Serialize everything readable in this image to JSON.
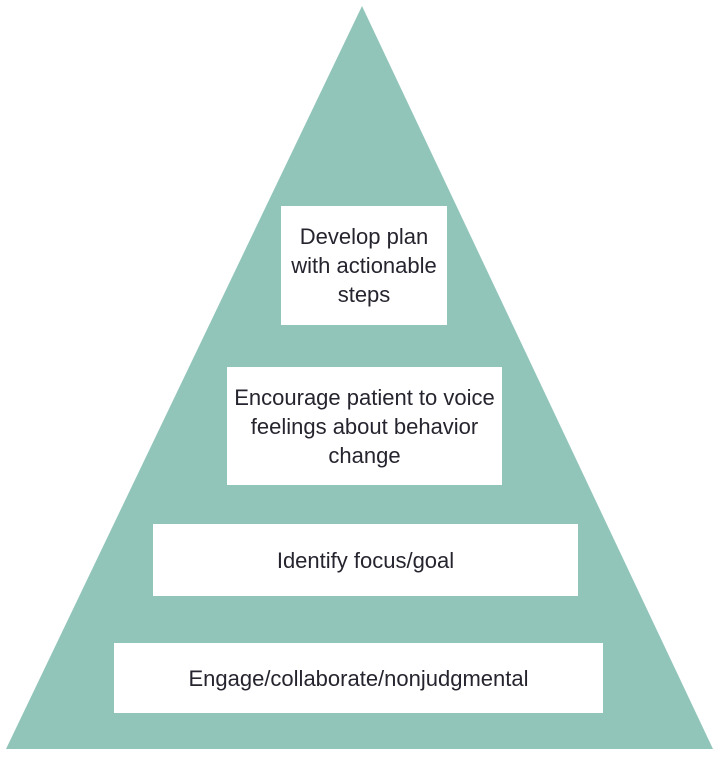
{
  "diagram": {
    "type": "pyramid",
    "description": "Four-level pyramid of behavior-change counseling steps, foundation at bottom",
    "colors": {
      "pyramid_fill": "#92c5ba",
      "box_background": "#ffffff",
      "text": "#26242e",
      "page_background": "#ffffff"
    },
    "levels": [
      {
        "position": "top",
        "label": "Develop plan with actionable steps",
        "lines": [
          "Develop plan",
          "with actionable",
          "steps"
        ]
      },
      {
        "position": "second",
        "label": "Encourage patient to voice feelings about behavior change",
        "lines": [
          "Encourage patient to voice",
          "feelings about behavior",
          "change"
        ]
      },
      {
        "position": "third",
        "label": "Identify focus/goal",
        "lines": [
          "Identify focus/goal"
        ]
      },
      {
        "position": "base",
        "label": "Engage/collaborate/nonjudgmental",
        "lines": [
          "Engage/collaborate/nonjudgmental"
        ]
      }
    ]
  }
}
